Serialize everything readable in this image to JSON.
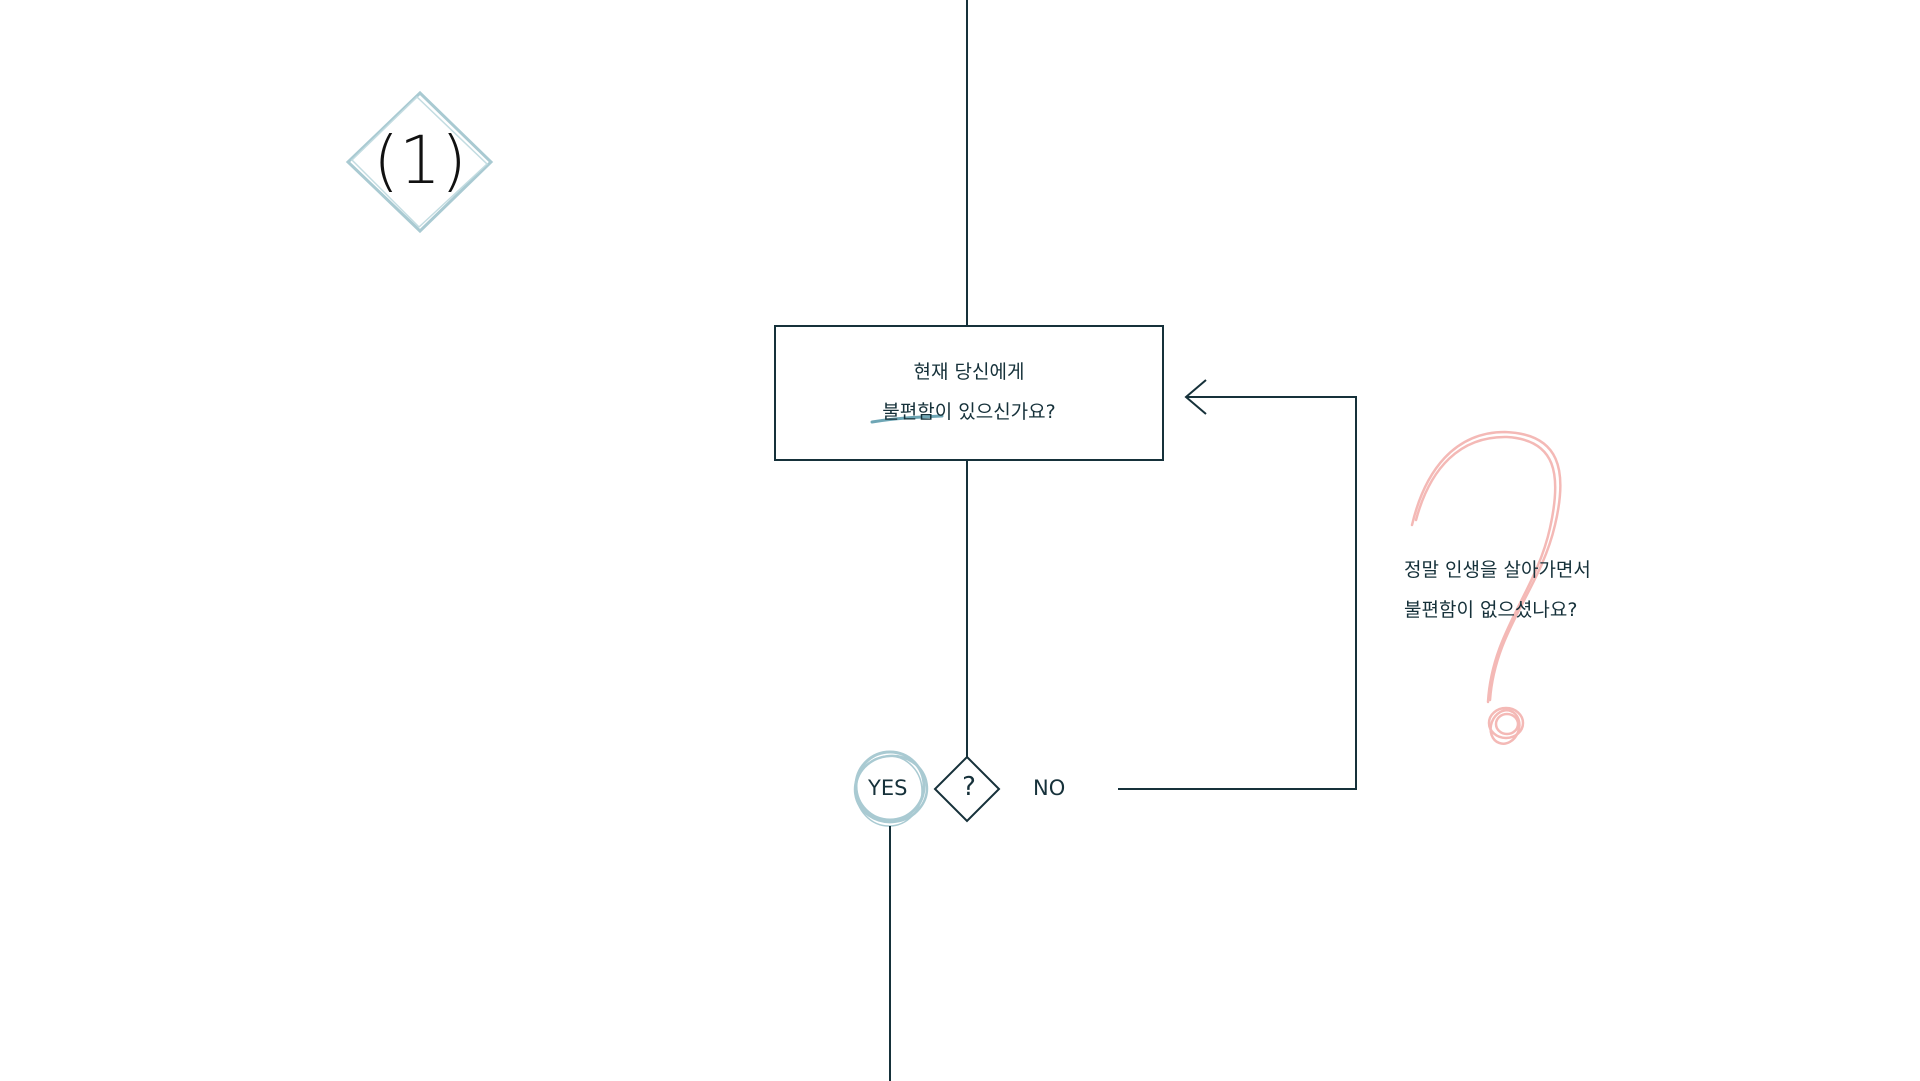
{
  "step": {
    "number_label": "(1)"
  },
  "question_box": {
    "line1": "현재 당신에게",
    "line2_highlight": "불편함",
    "line2_rest": "이 있으신가요?"
  },
  "decision": {
    "symbol": "?",
    "yes_label": "YES",
    "no_label": "NO"
  },
  "side_note": {
    "line1": "정말 인생을 살아가면서",
    "line2": "불편함이 없으셨나요?"
  },
  "colors": {
    "line": "#16313a",
    "accent_blue": "#a9cad2",
    "accent_pink": "#f4b9b6"
  },
  "icons": [
    "diamond-frame-icon",
    "decision-diamond-icon",
    "arrow-left-icon",
    "question-mark-scribble-icon",
    "circle-scribble-icon"
  ]
}
